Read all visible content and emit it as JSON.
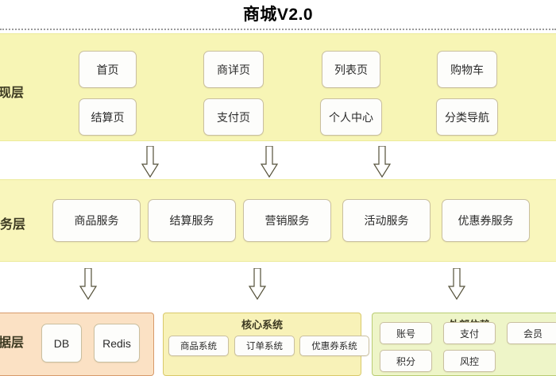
{
  "diagram": {
    "title": "商城V2.0",
    "layers": [
      {
        "id": "presentation",
        "label": "表现层",
        "color": "#f7f5b5",
        "rows": [
          [
            "首页",
            "商详页",
            "列表页",
            "购物车"
          ],
          [
            "结算页",
            "支付页",
            "个人中心",
            "分类导航"
          ]
        ]
      },
      {
        "id": "service",
        "label": "服务层",
        "color": "#f9f6bc",
        "rows": [
          [
            "商品服务",
            "结算服务",
            "营销服务",
            "活动服务",
            "优惠券服务"
          ]
        ]
      },
      {
        "id": "data",
        "label": "数据层",
        "color": "#fbe1c4",
        "rows": [
          [
            "DB",
            "Redis"
          ]
        ]
      }
    ],
    "panels": [
      {
        "id": "core-system",
        "title": "核心系统",
        "color": "#f8f2b8",
        "items": [
          "商品系统",
          "订单系统",
          "优惠券系统"
        ]
      },
      {
        "id": "external-dependency",
        "title": "外部依赖",
        "color": "#eef5c8",
        "items": [
          "账号",
          "支付",
          "会员",
          "积分",
          "风控"
        ]
      }
    ],
    "arrows": {
      "count_upper": 3,
      "count_lower": 3,
      "direction": "down",
      "style": "hollow-block-arrow"
    }
  }
}
